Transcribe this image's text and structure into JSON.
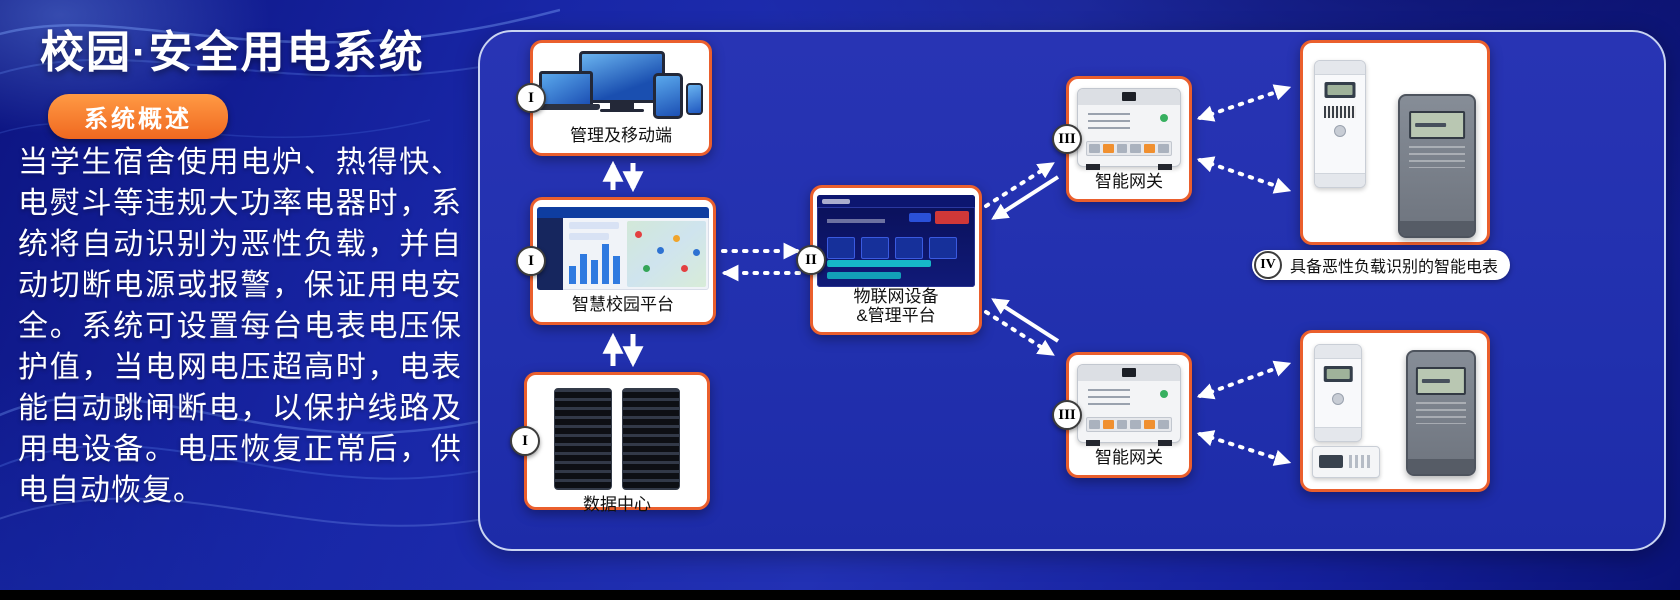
{
  "header": {
    "title": "校园·安全用电系统",
    "badge": "系统概述",
    "description": "当学生宿舍使用电炉、热得快、电熨斗等违规大功率电器时，系统将自动识别为恶性负载，并自动切断电源或报警，保证用电安全。系统可设置每台电表电压保护值，当电网电压超高时，电表能自动跳闸断电，以保护线路及用电设备。电压恢复正常后，供电自动恢复。"
  },
  "diagram": {
    "management": {
      "numeral": "I",
      "label": "管理及移动端"
    },
    "platform": {
      "numeral": "I",
      "label": "智慧校园平台"
    },
    "datacenter": {
      "numeral": "I",
      "label": "数据中心"
    },
    "iot": {
      "numeral": "II",
      "label_line1": "物联网设备",
      "label_line2": "&管理平台"
    },
    "gateway_top": {
      "numeral": "III",
      "label": "智能网关"
    },
    "gateway_bottom": {
      "numeral": "III",
      "label": "智能网关"
    },
    "meters": {
      "numeral": "IV",
      "label": "具备恶性负载识别的智能电表"
    }
  },
  "colors": {
    "card_border_orange": "#ea5f2d",
    "badge_orange": "#f3752c",
    "panel_blue": "#2531b0",
    "background_blue": "#16219c",
    "arrow_white": "#ffffff"
  }
}
